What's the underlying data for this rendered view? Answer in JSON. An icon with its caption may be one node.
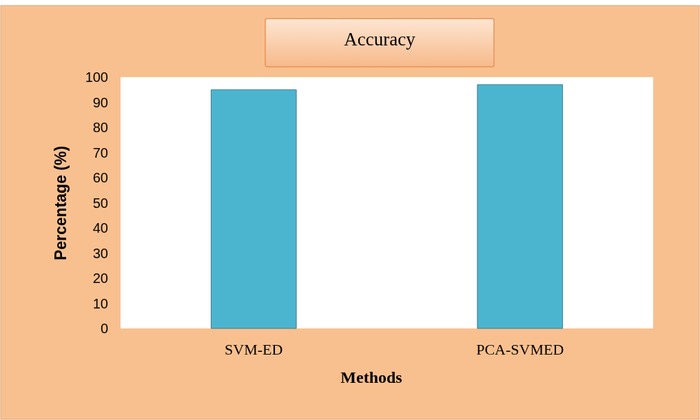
{
  "diagram": {
    "chart_data": {
      "type": "bar",
      "title": "Accuracy",
      "xlabel": "Methods",
      "ylabel": "Percentage (%)",
      "categories": [
        "SVM-ED",
        "PCA-SVMED"
      ],
      "series": [
        {
          "color": "#4bb5d0",
          "values": [
            95,
            97
          ]
        }
      ],
      "ylim": [
        0,
        100
      ],
      "yticks": [
        0,
        10,
        20,
        30,
        40,
        50,
        60,
        70,
        80,
        90,
        100
      ]
    }
  }
}
